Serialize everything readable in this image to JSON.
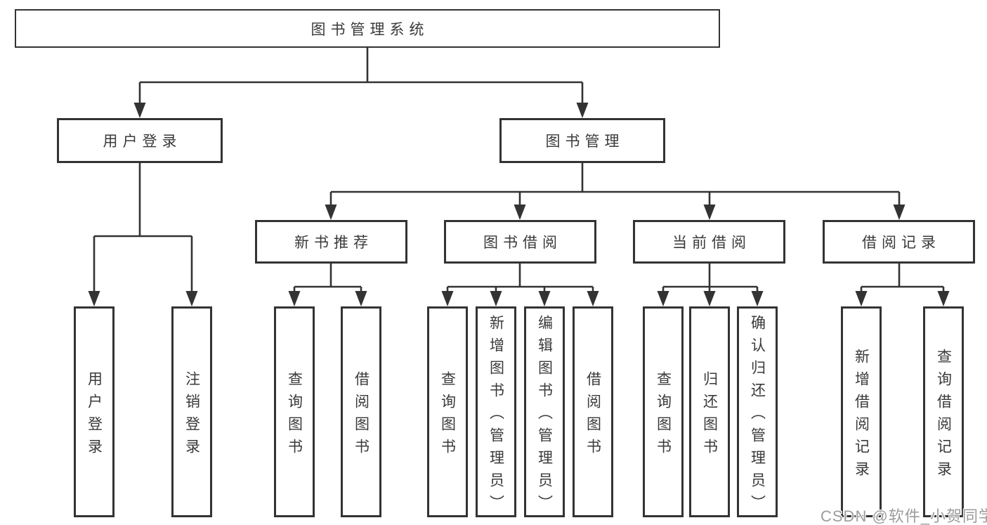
{
  "diagram": {
    "title": "图书管理系统",
    "branches": [
      {
        "label": "用户登录",
        "children": [
          {
            "label": "用户登录"
          },
          {
            "label": "注销登录"
          }
        ]
      },
      {
        "label": "图书管理",
        "children": [
          {
            "label": "新书推荐",
            "children": [
              {
                "label": "查询图书"
              },
              {
                "label": "借阅图书"
              }
            ]
          },
          {
            "label": "图书借阅",
            "children": [
              {
                "label": "查询图书"
              },
              {
                "label": "新增图书（管理员）"
              },
              {
                "label": "编辑图书（管理员）"
              },
              {
                "label": "借阅图书"
              }
            ]
          },
          {
            "label": "当前借阅",
            "children": [
              {
                "label": "查询图书"
              },
              {
                "label": "归还图书"
              },
              {
                "label": "确认归还（管理员）"
              }
            ]
          },
          {
            "label": "借阅记录",
            "children": [
              {
                "label": "新增借阅记录"
              },
              {
                "label": "查询借阅记录"
              }
            ]
          }
        ]
      }
    ]
  },
  "watermark": {
    "text": "CSDN @软件_小贺同学"
  },
  "colors": {
    "line": "#333333",
    "node_text": "#3a3a3a",
    "node_fill": "#ffffff",
    "background": "#ffffff",
    "watermark_text": "#9c9c9c"
  }
}
